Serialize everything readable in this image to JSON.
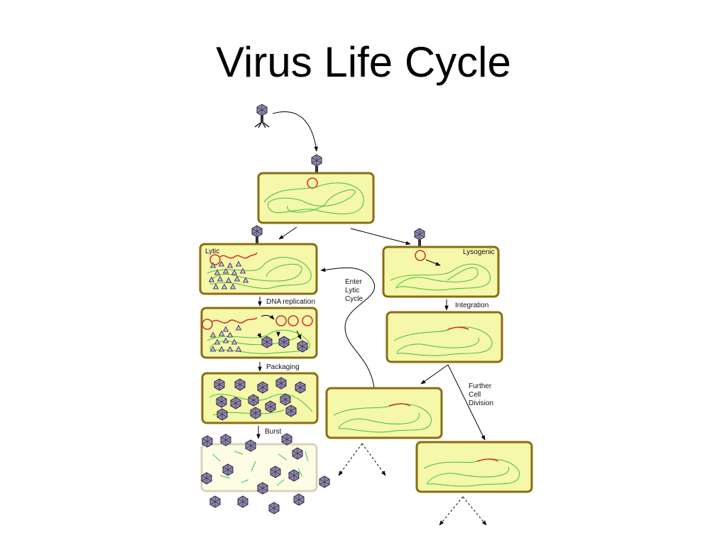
{
  "slide": {
    "title": "Virus Life Cycle"
  },
  "labels": {
    "lytic": "Lytic",
    "lysogenic": "Lysogenic",
    "dna_replication": "DNA replication",
    "packaging": "Packaging",
    "burst": "Burst",
    "integration": "Integration",
    "enter_lytic": [
      "Enter",
      "Lytic",
      "Cycle"
    ],
    "further_division": [
      "Further",
      "Cell",
      "Division"
    ]
  },
  "colors": {
    "cell_fill": "#f5f7a9",
    "cell_border": "#8a6d12",
    "bacterial_dna": "#3fbf3f",
    "viral_dna": "#d72b1f",
    "virus_head": "#8e86a8"
  }
}
